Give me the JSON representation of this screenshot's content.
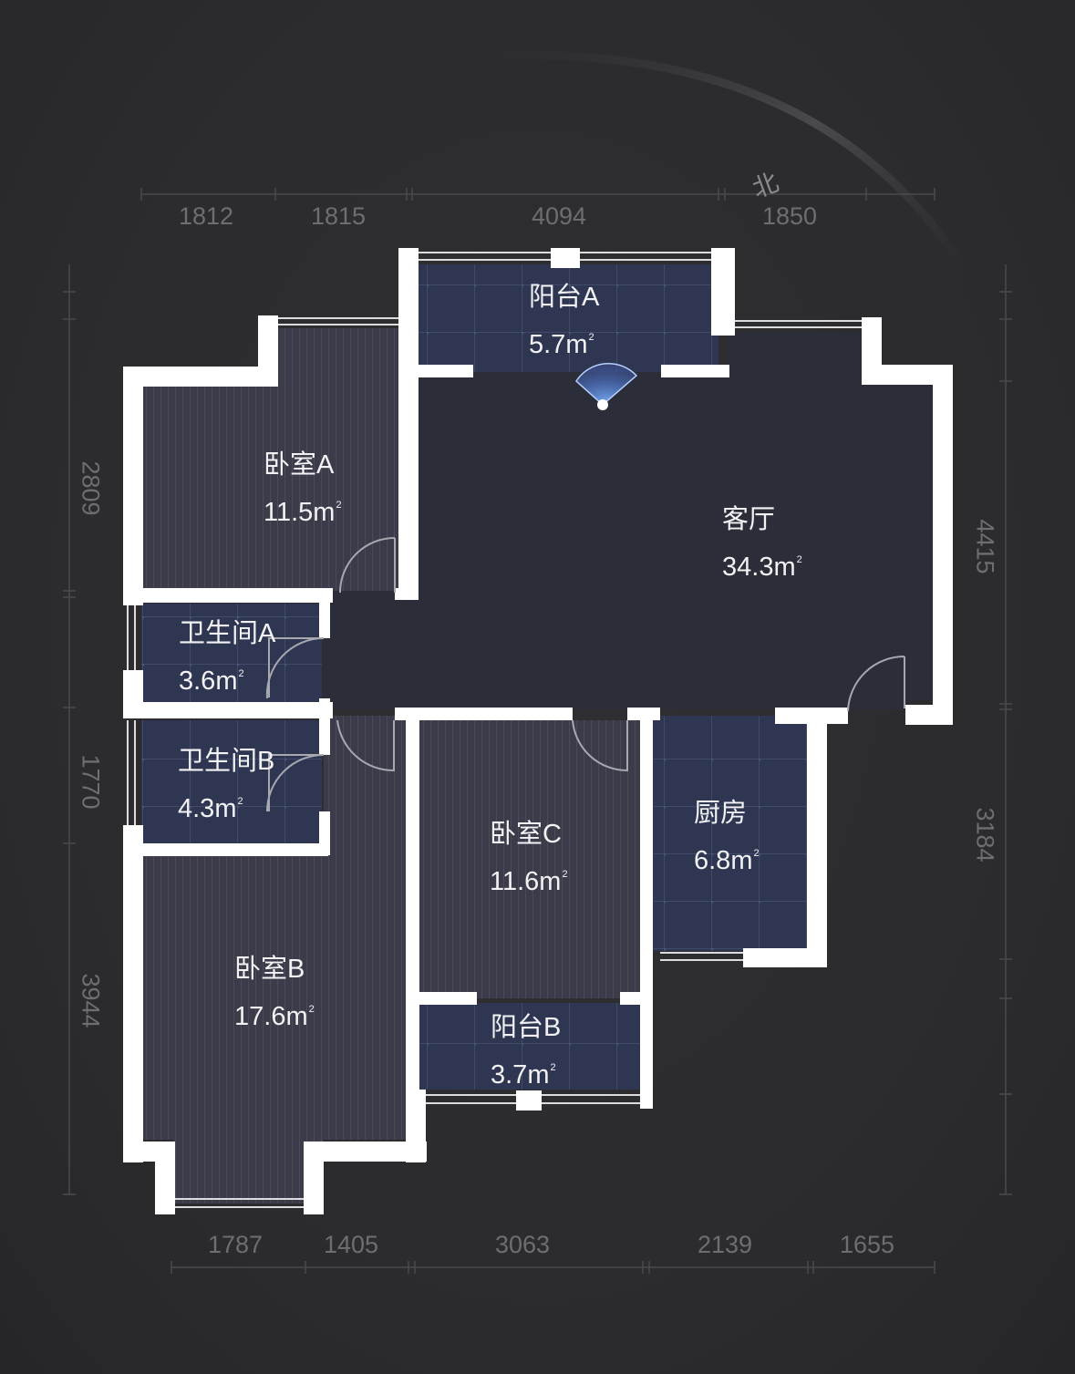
{
  "compass": {
    "label": "北"
  },
  "dimensions": {
    "top": [
      "1812",
      "1815",
      "4094",
      "1850"
    ],
    "bottom": [
      "1787",
      "1405",
      "3063",
      "2139",
      "1655"
    ],
    "left": [
      "2809",
      "1770",
      "3944"
    ],
    "right": [
      "4415",
      "3184"
    ]
  },
  "rooms": {
    "balcony_a": {
      "name": "阳台A",
      "area": "5.7m",
      "unit_sup": "2"
    },
    "bedroom_a": {
      "name": "卧室A",
      "area": "11.5m",
      "unit_sup": "2"
    },
    "living_room": {
      "name": "客厅",
      "area": "34.3m",
      "unit_sup": "2"
    },
    "bathroom_a": {
      "name": "卫生间A",
      "area": "3.6m",
      "unit_sup": "2"
    },
    "bathroom_b": {
      "name": "卫生间B",
      "area": "4.3m",
      "unit_sup": "2"
    },
    "bedroom_c": {
      "name": "卧室C",
      "area": "11.6m",
      "unit_sup": "2"
    },
    "kitchen": {
      "name": "厨房",
      "area": "6.8m",
      "unit_sup": "2"
    },
    "bedroom_b": {
      "name": "卧室B",
      "area": "17.6m",
      "unit_sup": "2"
    },
    "balcony_b": {
      "name": "阳台B",
      "area": "3.7m",
      "unit_sup": "2"
    }
  },
  "colors": {
    "background": "#2c2c2e",
    "wall": "#ffffff",
    "bedroom_floor": "#3a3a48",
    "wet_floor": "#2e3550",
    "living_floor": "#2b2d38",
    "view_cone": "#5a8ae0"
  }
}
